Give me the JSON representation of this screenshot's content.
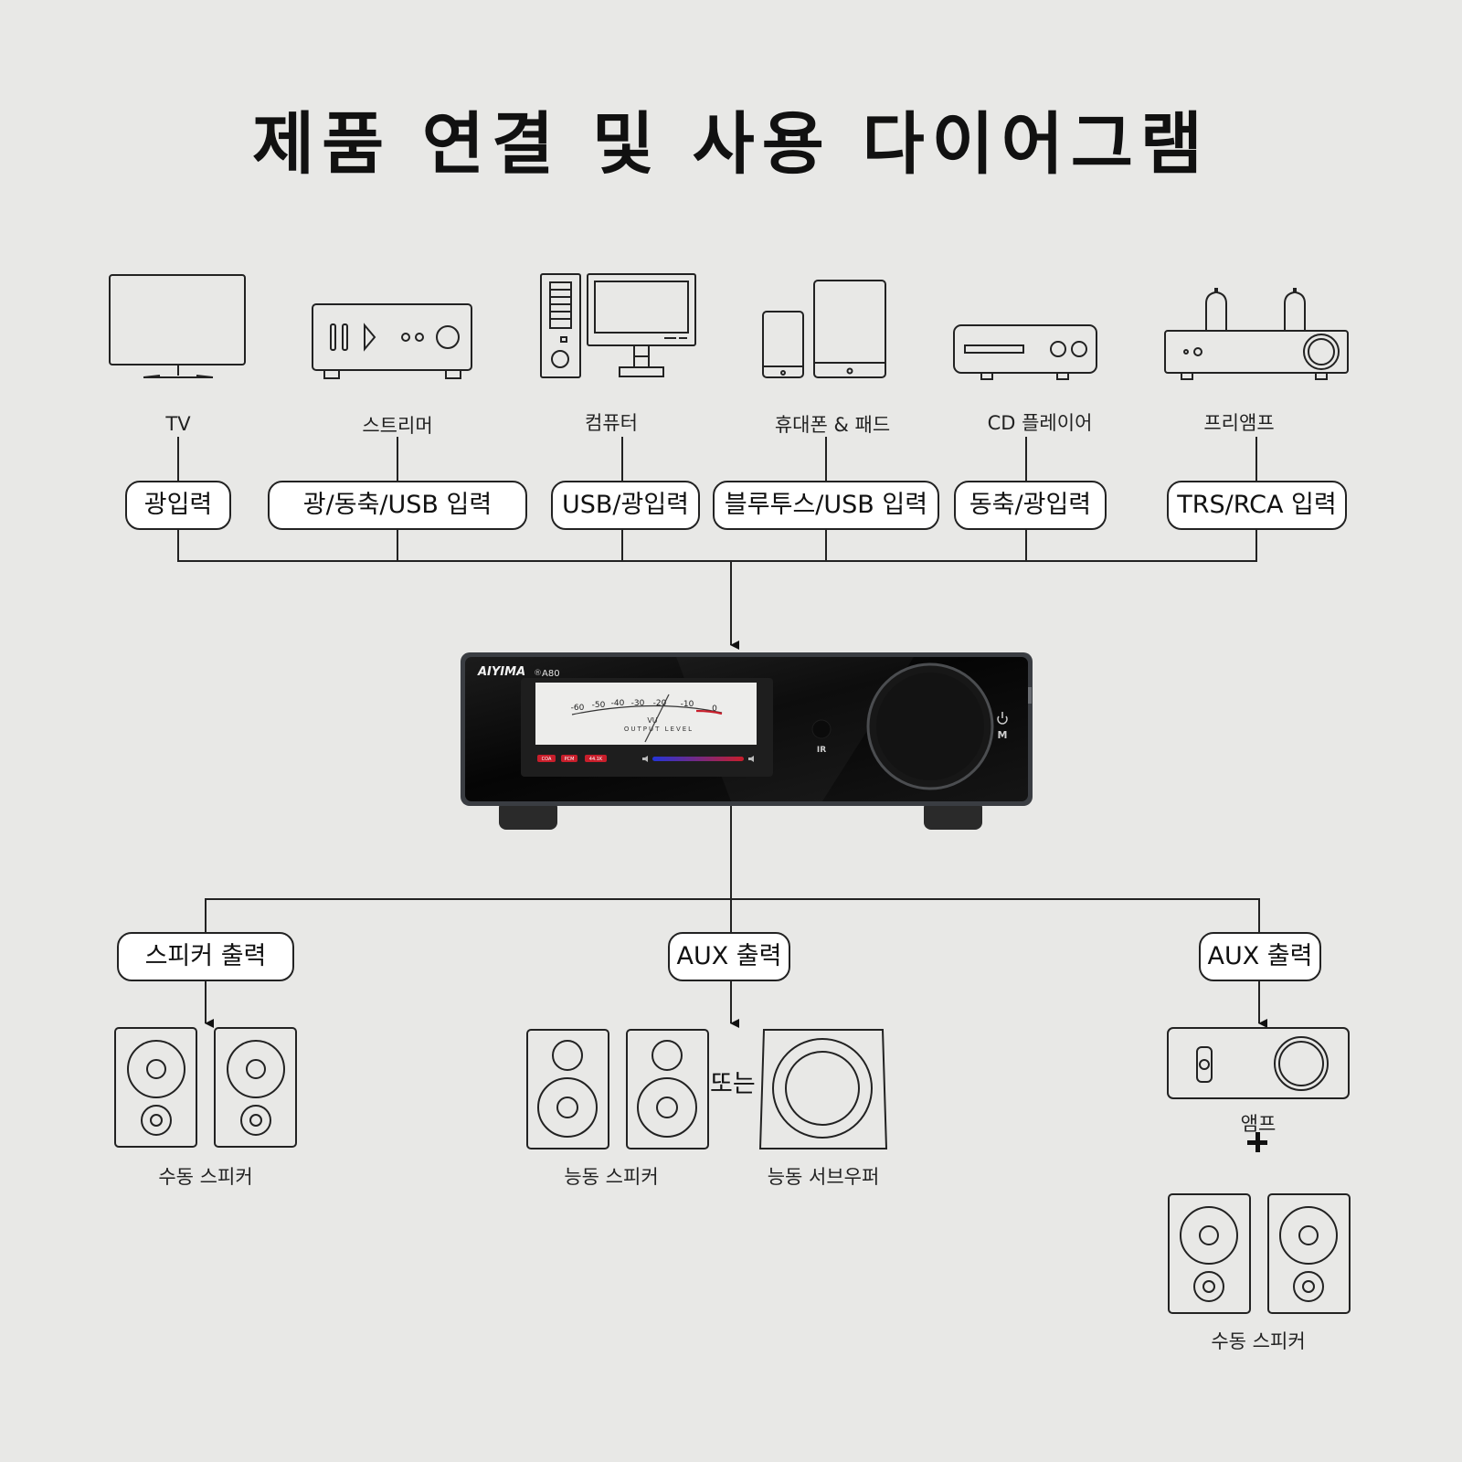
{
  "title": "제품 연결 및 사용 다이어그램",
  "sources": [
    {
      "label": "TV",
      "input": "광입력",
      "icon": "tv-icon"
    },
    {
      "label": "스트리머",
      "input": "광/동축/USB 입력",
      "icon": "streamer-icon"
    },
    {
      "label": "컴퓨터",
      "input": "USB/광입력",
      "icon": "computer-icon"
    },
    {
      "label": "휴대폰 & 패드",
      "input": "블루투스/USB 입력",
      "icon": "phone-tablet-icon"
    },
    {
      "label": "CD 플레이어",
      "input": "동축/광입력",
      "icon": "cd-player-icon"
    },
    {
      "label": "프리앰프",
      "input": "TRS/RCA 입력",
      "icon": "tube-preamp-icon"
    }
  ],
  "device": {
    "brand": "AIYIMA",
    "model": "A80",
    "vu_scale": [
      "-60",
      "-50",
      "-40",
      "-30",
      "-20",
      "-10",
      "0"
    ],
    "vu_label": "VU",
    "meter_caption": "OUTPUT LEVEL",
    "badges": [
      "COA",
      "PCM",
      "44.1K"
    ],
    "ir_label": "IR",
    "mode_label": "M"
  },
  "outputs": [
    {
      "name": "스피커 출력",
      "devices": [
        "수동 스피커"
      ]
    },
    {
      "name": "AUX 출력",
      "devices": [
        "능동 스피커",
        "능동 서브우퍼"
      ],
      "joiner": "또는"
    },
    {
      "name": "AUX 출력",
      "devices": [
        "앰프",
        "수동 스피커"
      ]
    }
  ],
  "colors": {
    "background": "#e8e8e6",
    "line": "#222222",
    "device_body": "#0d0d0d",
    "accent_red": "#c81e2b",
    "accent_blue": "#2434d8"
  }
}
